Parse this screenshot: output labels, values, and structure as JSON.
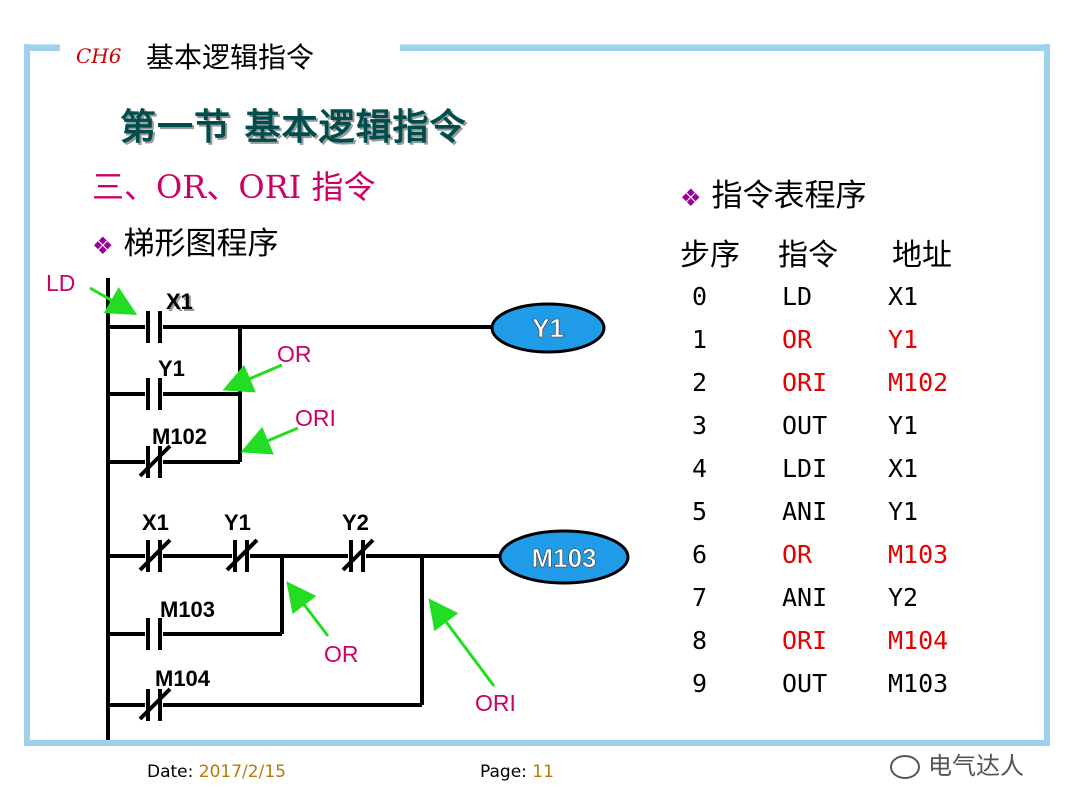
{
  "header": {
    "chapter": "CH6",
    "chapter_title": "基本逻辑指令",
    "section_title": "第一节 基本逻辑指令"
  },
  "topic_title": "三、OR、ORI 指令",
  "ladder": {
    "heading": "梯形图程序",
    "rung1": {
      "contact1": "X1",
      "contact2": "Y1",
      "contact3": "M102",
      "coil": "Y1"
    },
    "rung2": {
      "contact1": "X1",
      "contact2": "Y1",
      "contact3": "Y2",
      "contact4": "M103",
      "contact5": "M104",
      "coil": "M103"
    },
    "annotations": {
      "ld": "LD",
      "or1": "OR",
      "ori1": "ORI",
      "or2": "OR",
      "ori2": "ORI"
    },
    "colors": {
      "coil_fill": "#1f9be8",
      "arrow": "#22dd22",
      "annotation": "#cc0066"
    }
  },
  "instruction_list": {
    "heading": "指令表程序",
    "columns": [
      "步序",
      "指令",
      "地址"
    ],
    "rows": [
      {
        "step": "0",
        "instr": "LD",
        "addr": "X1",
        "highlight": false
      },
      {
        "step": "1",
        "instr": "OR",
        "addr": "Y1",
        "highlight": true
      },
      {
        "step": "2",
        "instr": "ORI",
        "addr": "M102",
        "highlight": true
      },
      {
        "step": "3",
        "instr": "OUT",
        "addr": "Y1",
        "highlight": false
      },
      {
        "step": "4",
        "instr": "LDI",
        "addr": "X1",
        "highlight": false
      },
      {
        "step": "5",
        "instr": "ANI",
        "addr": "Y1",
        "highlight": false
      },
      {
        "step": "6",
        "instr": "OR",
        "addr": "M103",
        "highlight": true
      },
      {
        "step": "7",
        "instr": "ANI",
        "addr": "Y2",
        "highlight": false
      },
      {
        "step": "8",
        "instr": "ORI",
        "addr": "M104",
        "highlight": true
      },
      {
        "step": "9",
        "instr": "OUT",
        "addr": "M103",
        "highlight": false
      }
    ]
  },
  "footer": {
    "date_label": "Date:",
    "date_value": "2017/2/15",
    "page_label": "Page:",
    "page_value": "11",
    "watermark": "电气达人"
  }
}
